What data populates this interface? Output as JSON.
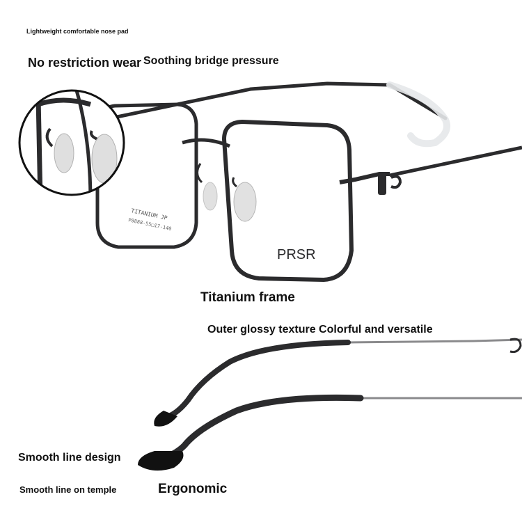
{
  "labels": {
    "nose_pad": "Lightweight comfortable nose pad",
    "no_restriction": "No restriction wear",
    "soothing": "Soothing bridge pressure",
    "titanium_frame": "Titanium frame",
    "outer_glossy": "Outer glossy texture Colorful and versatile",
    "smooth_design": "Smooth line design",
    "smooth_temple": "Smooth line on temple",
    "ergonomic": "Ergonomic"
  },
  "frame": {
    "brand": "PRSR",
    "inner_print": "TITANIUM JP",
    "inner_print_2": "P8888-55□17-140"
  },
  "colors": {
    "frame": "#2b2b2d",
    "temple_metal": "#8a8a8c",
    "tip_clear": "#e6e8ea",
    "pad_clear": "#dcdcdc"
  }
}
